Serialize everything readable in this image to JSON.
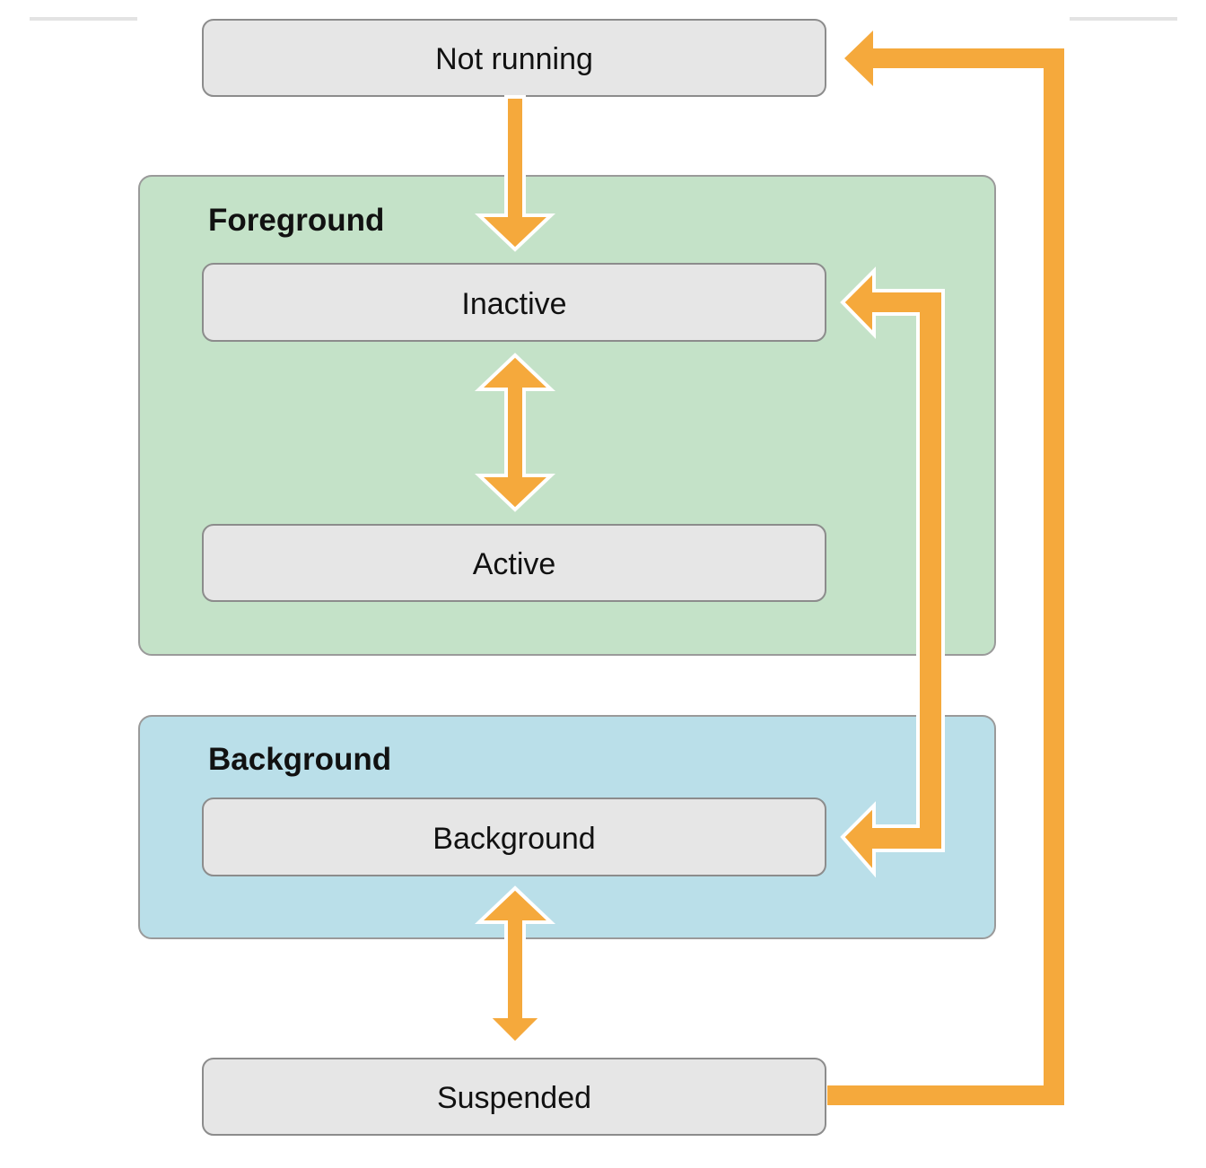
{
  "diagram": {
    "colors": {
      "arrow_fill": "#f5a93c",
      "arrow_outline": "#ffffff",
      "state_fill": "#e6e6e6",
      "state_border": "#8c8c8c",
      "foreground_fill": "#c4e2c8",
      "background_fill": "#badfe9",
      "group_border": "#9a9a9a",
      "divider": "#e3e3e3",
      "text": "#111111"
    },
    "groups": {
      "foreground": {
        "label": "Foreground"
      },
      "background": {
        "label": "Background"
      }
    },
    "states": {
      "not_running": "Not running",
      "inactive": "Inactive",
      "active": "Active",
      "background": "Background",
      "suspended": "Suspended"
    },
    "transitions": [
      {
        "from": "Not running",
        "to": "Inactive",
        "direction": "one-way"
      },
      {
        "from": "Inactive",
        "to": "Active",
        "direction": "two-way"
      },
      {
        "from": "Inactive",
        "to": "Background",
        "direction": "two-way"
      },
      {
        "from": "Background",
        "to": "Suspended",
        "direction": "two-way"
      },
      {
        "from": "Suspended",
        "to": "Not running",
        "direction": "one-way"
      }
    ]
  }
}
